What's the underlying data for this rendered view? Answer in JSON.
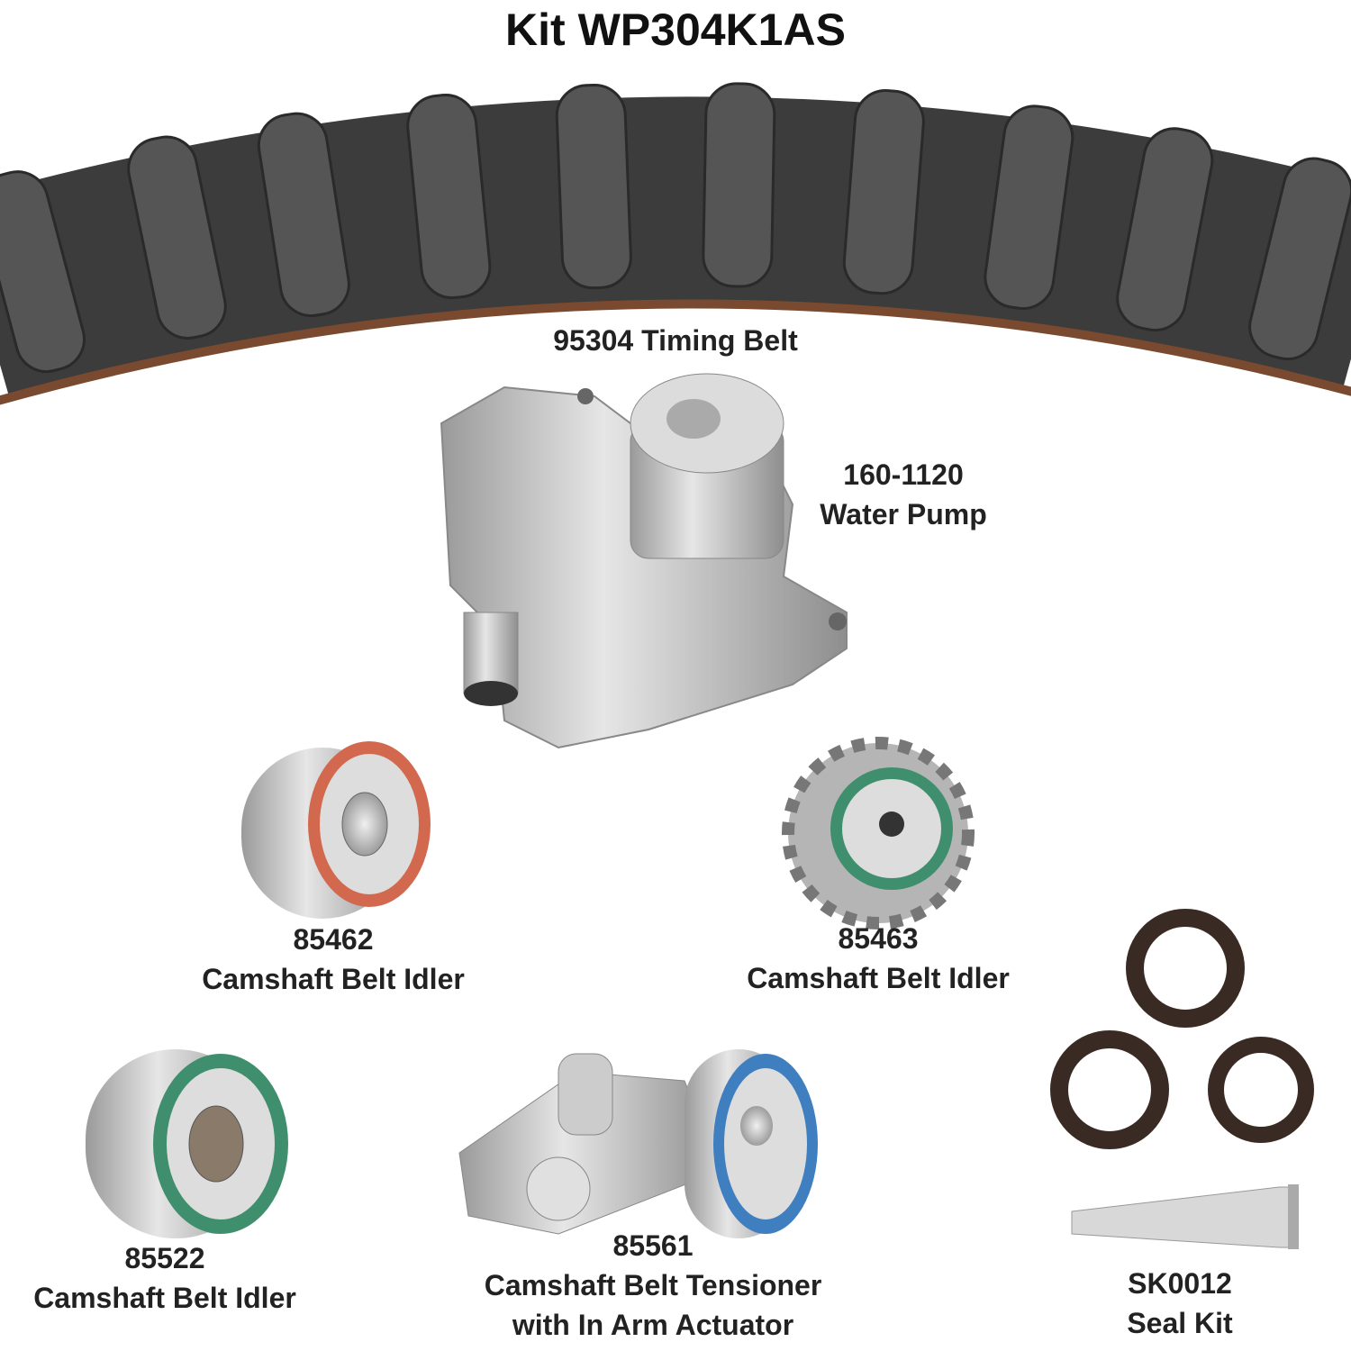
{
  "title": "Kit WP304K1AS",
  "parts": {
    "belt": {
      "number": "95304",
      "name": "Timing Belt",
      "label": "95304 Timing Belt"
    },
    "pump": {
      "number": "160-1120",
      "name": "Water Pump"
    },
    "idler1": {
      "number": "85462",
      "name": "Camshaft Belt Idler"
    },
    "idler2": {
      "number": "85463",
      "name": "Camshaft Belt Idler"
    },
    "idler3": {
      "number": "85522",
      "name": "Camshaft Belt Idler"
    },
    "tensioner": {
      "number": "85561",
      "name_line1": "Camshaft Belt Tensioner",
      "name_line2": "with In Arm Actuator"
    },
    "seals": {
      "number": "SK0012",
      "name": "Seal Kit"
    }
  },
  "colors": {
    "belt": "#3c3c3c",
    "belt_edge": "#7a4a30",
    "metal": "#c8c8c8",
    "seal_red": "#d2694f",
    "seal_green": "#3f8f6e",
    "seal_blue": "#3f7fc0",
    "oil_seal": "#3a2a24"
  }
}
